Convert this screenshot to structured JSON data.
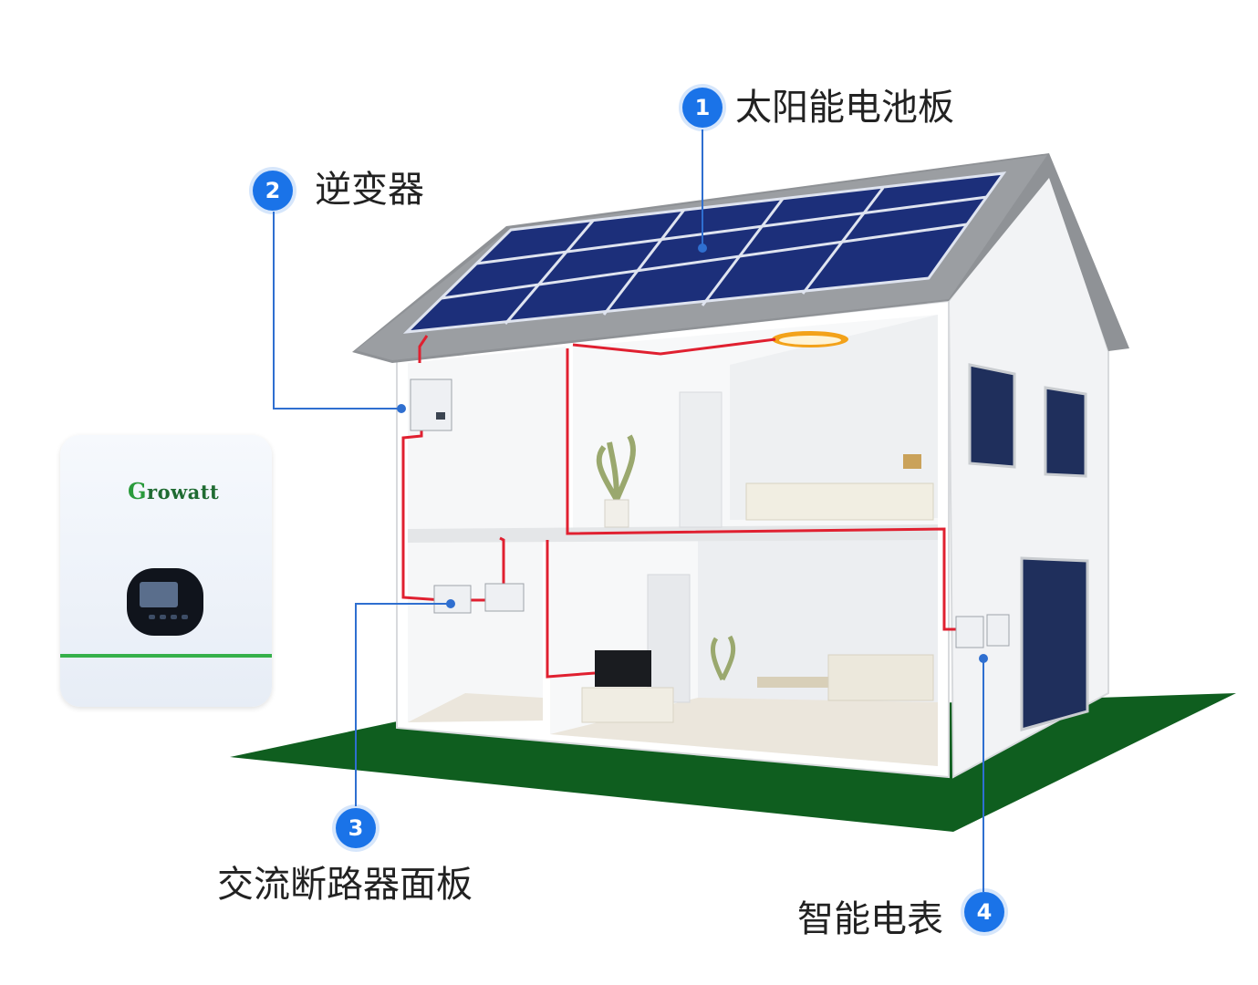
{
  "labels": {
    "solar_panel": "太阳能电池板",
    "inverter": "逆变器",
    "ac_breaker_panel": "交流断路器面板",
    "smart_meter": "智能电表"
  },
  "badges": {
    "b1": "1",
    "b2": "2",
    "b3": "3",
    "b4": "4"
  },
  "product": {
    "brand_first": "G",
    "brand_rest": "rowatt"
  },
  "colors": {
    "accent_blue": "#1a73e8",
    "wire_red": "#e02030",
    "panel_navy": "#1c2f7a",
    "grass_green": "#0f5e1f",
    "roof_gray": "#8f9296"
  }
}
